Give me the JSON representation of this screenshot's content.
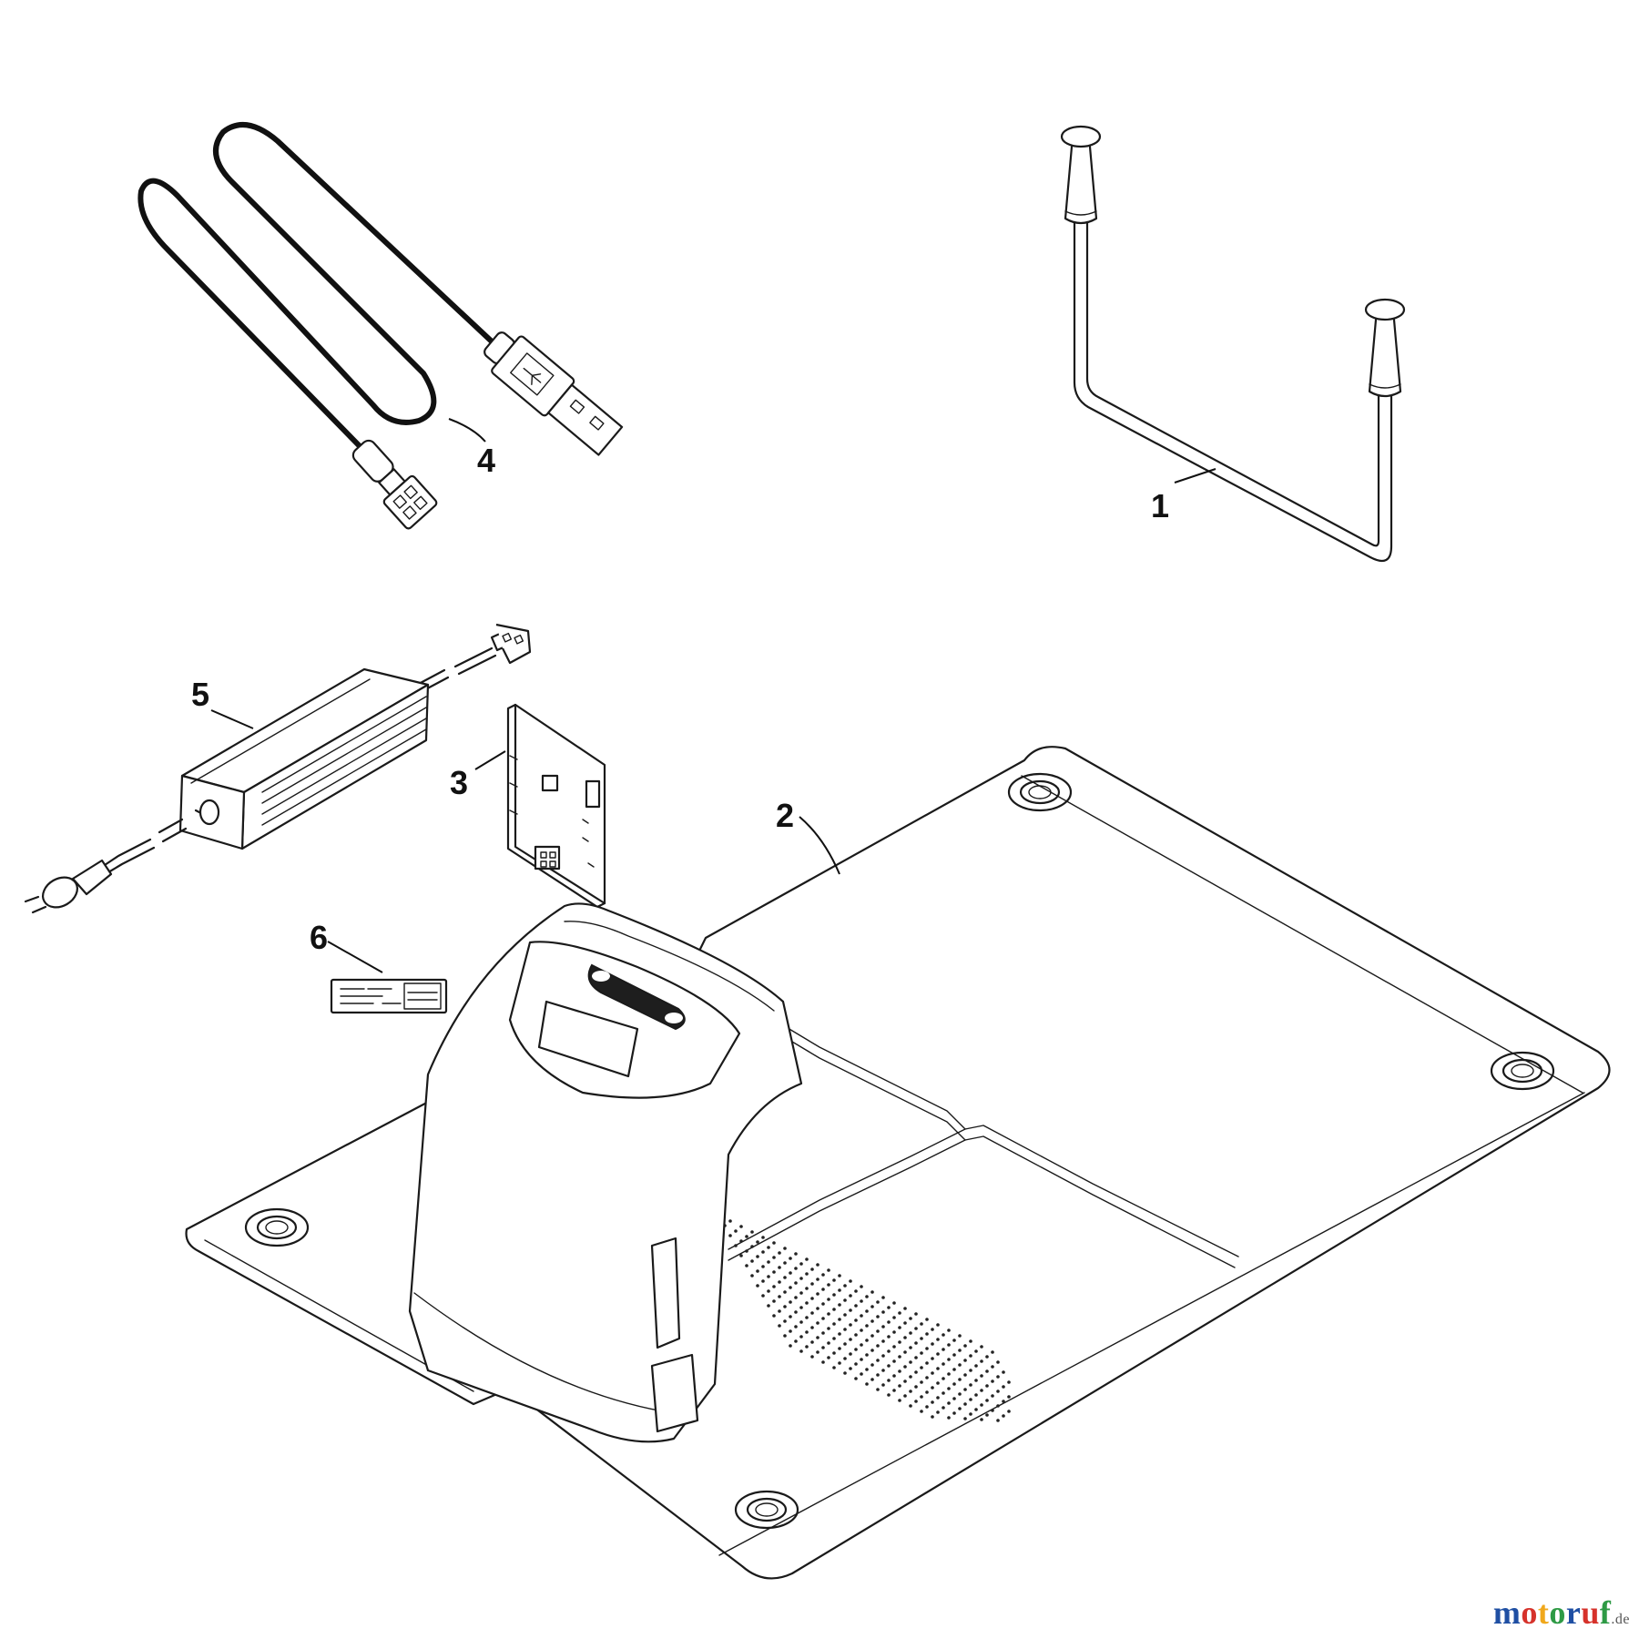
{
  "diagram": {
    "parts": [
      {
        "id": "1",
        "label": "1"
      },
      {
        "id": "2",
        "label": "2"
      },
      {
        "id": "3",
        "label": "3"
      },
      {
        "id": "4",
        "label": "4"
      },
      {
        "id": "5",
        "label": "5"
      },
      {
        "id": "6",
        "label": "6"
      }
    ]
  },
  "watermark": {
    "letters": [
      "m",
      "o",
      "t",
      "o",
      "r",
      "u",
      "f"
    ],
    "suffix": ".de",
    "colors": [
      "#1f4fa3",
      "#d6322b",
      "#f0a81c",
      "#2e9a45",
      "#1f4fa3",
      "#d6322b",
      "#2e9a45"
    ]
  }
}
